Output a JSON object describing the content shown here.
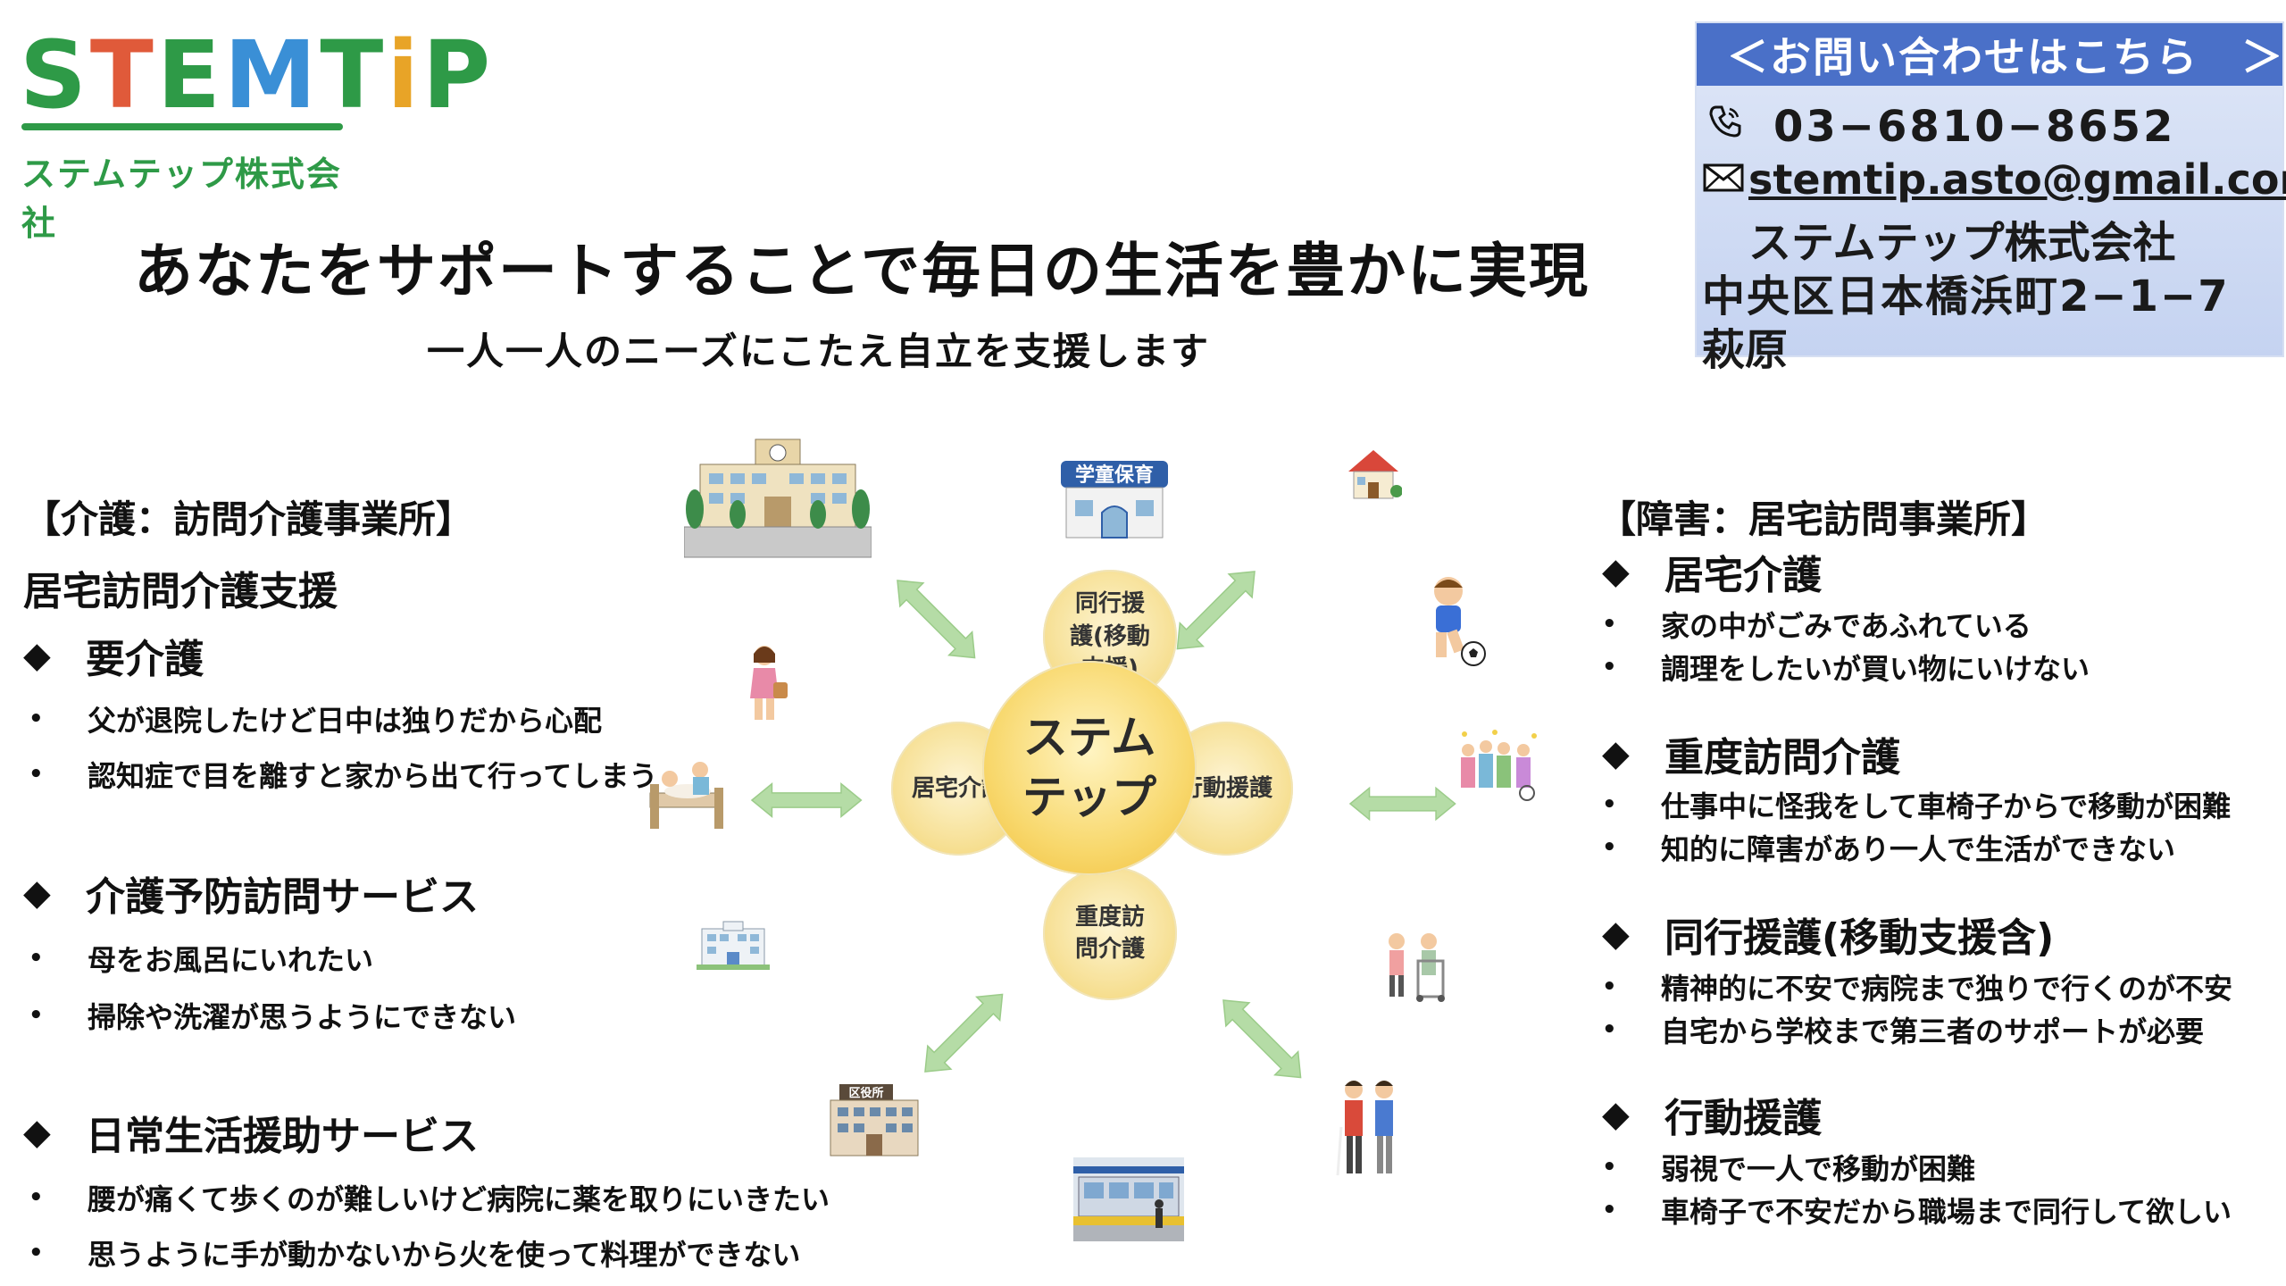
{
  "logo": {
    "word_letters": [
      {
        "ch": "S",
        "color": "#2e9a47"
      },
      {
        "ch": "T",
        "color": "#e05a3a"
      },
      {
        "ch": "E",
        "color": "#2e9a47"
      },
      {
        "ch": "M",
        "color": "#3a8fd6"
      },
      {
        "ch": "T",
        "color": "#2e9a47"
      },
      {
        "ch": "i",
        "color": "#e8a427"
      },
      {
        "ch": "P",
        "color": "#2e9a47"
      }
    ],
    "subtitle": "ステムテップ株式会社"
  },
  "headline": "あなたをサポートすることで毎日の生活を豊かに実現",
  "subline": "一人一人のニーズにこたえ自立を支援します",
  "contact": {
    "header": "＜お問い合わせはこちら　＞",
    "phone": "03−6810−8652",
    "email": "stemtip.asto@gmail.com",
    "company": "ステムテップ株式会社",
    "address": "中央区日本橋浜町2−1−7",
    "person": "萩原"
  },
  "left": {
    "title": "【介護：訪問介護事業所】",
    "subtitle": "居宅訪問介護支援",
    "diamond": "◆",
    "bullet": "•",
    "sections": [
      {
        "heading": "要介護",
        "items": [
          "父が退院したけど日中は独りだから心配",
          "認知症で目を離すと家から出て行ってしまう"
        ]
      },
      {
        "heading": "介護予防訪問サービス",
        "items": [
          "母をお風呂にいれたい",
          "掃除や洗濯が思うようにできない"
        ]
      },
      {
        "heading": "日常生活援助サービス",
        "items": [
          "腰が痛くて歩くのが難しいけど病院に薬を取りにいきたい",
          "思うように手が動かないから火を使って料理ができない"
        ]
      }
    ]
  },
  "right": {
    "title": "【障害：居宅訪問事業所】",
    "diamond": "◆",
    "bullet": "•",
    "sections": [
      {
        "heading": "居宅介護",
        "items": [
          "家の中がごみであふれている",
          "調理をしたいが買い物にいけない"
        ]
      },
      {
        "heading": "重度訪問介護",
        "items": [
          "仕事中に怪我をして車椅子からで移動が困難",
          "知的に障害があり一人で生活ができない"
        ]
      },
      {
        "heading": "同行援護(移動支援含)",
        "items": [
          "精神的に不安で病院まで独りで行くのが不安",
          "自宅から学校まで第三者のサポートが必要"
        ]
      },
      {
        "heading": "行動援護",
        "items": [
          "弱視で一人で移動が困難",
          "車椅子で不安だから職場まで同行して欲しい"
        ]
      }
    ]
  },
  "diagram": {
    "center_line1": "ステム",
    "center_line2": "テップ",
    "top_line1": "同行援",
    "top_line2": "護(移動",
    "top_line3": "支援)",
    "left": "居宅介護",
    "right": "行動援護",
    "bottom_line1": "重度訪",
    "bottom_line2": "問介護"
  },
  "illustrations": {
    "gakudo_sign": "学童保育",
    "city_hall_sign": "区役所"
  },
  "colors": {
    "brand_green": "#2e9a47",
    "contact_header": "#4a70c8",
    "arrow_green": "#a8d59a",
    "circle_gold": "#f6d36b"
  }
}
